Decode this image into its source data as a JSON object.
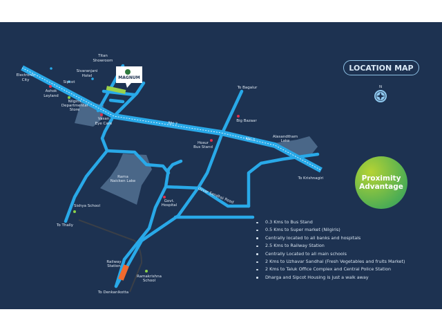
{
  "title": "LOCATION MAP",
  "compass_label": "N",
  "badge": {
    "line1": "Proximity",
    "line2": "Advantage"
  },
  "logo": {
    "text": "MAGNUM"
  },
  "roads": {
    "nh": "NH 7",
    "uzhavar": "Uzvar Sandhai Road"
  },
  "places": {
    "electronic_city": [
      "Electronic",
      "City"
    ],
    "ashok_leyland": [
      "Ashok",
      "Leyland"
    ],
    "sipcot": "Sipcot",
    "nilgiris": [
      "Nilgiris",
      "Departmental",
      "Store"
    ],
    "sivaranjani": [
      "Sivaranjani",
      "Hotel"
    ],
    "titan": [
      "Titan",
      "Showroom"
    ],
    "vasan": [
      "Vasan",
      "Eye Care"
    ],
    "to_bagalur": "To Bagalur",
    "big_bazaar": "Big Bazaar",
    "hosur_bus": [
      "Hosur",
      "Bus Stand"
    ],
    "alasandtham": [
      "Alasandtham",
      "Lake"
    ],
    "to_krishnagiri": "To Krishnagiri",
    "rama_lake": [
      "Rama",
      "Naicken Lake"
    ],
    "govt_hospital": [
      "Govt.",
      "Hospital"
    ],
    "sishya": "Sishya School",
    "to_thally": "To Thally",
    "railway": [
      "Railway",
      "Station"
    ],
    "ramakrishna": [
      "Ramakrishna",
      "School"
    ],
    "to_denkanikotta": "To Denkanikotta"
  },
  "advantages": [
    "0.3 Kms to Bus Stand",
    "0.5 Kms to Super market (Nilgiris)",
    "Centrally located to all banks and hospitals",
    "2.5 Kms to Railway Station",
    "Centrally Located to all main schools",
    "2 Kms to Uzhavar Sandhai (Fresh Vegetables and fruits Market)",
    "2 Kms to Taluk Office Complex and Central Police Station",
    "Dharga and Sipcot Housing is just a walk away"
  ],
  "colors": {
    "background": "#1d3251",
    "road": "#29a9e8",
    "lake": "#4a6788",
    "marker_red": "#e0304a",
    "marker_green": "#8bd14a",
    "station": "#f26a2e"
  }
}
